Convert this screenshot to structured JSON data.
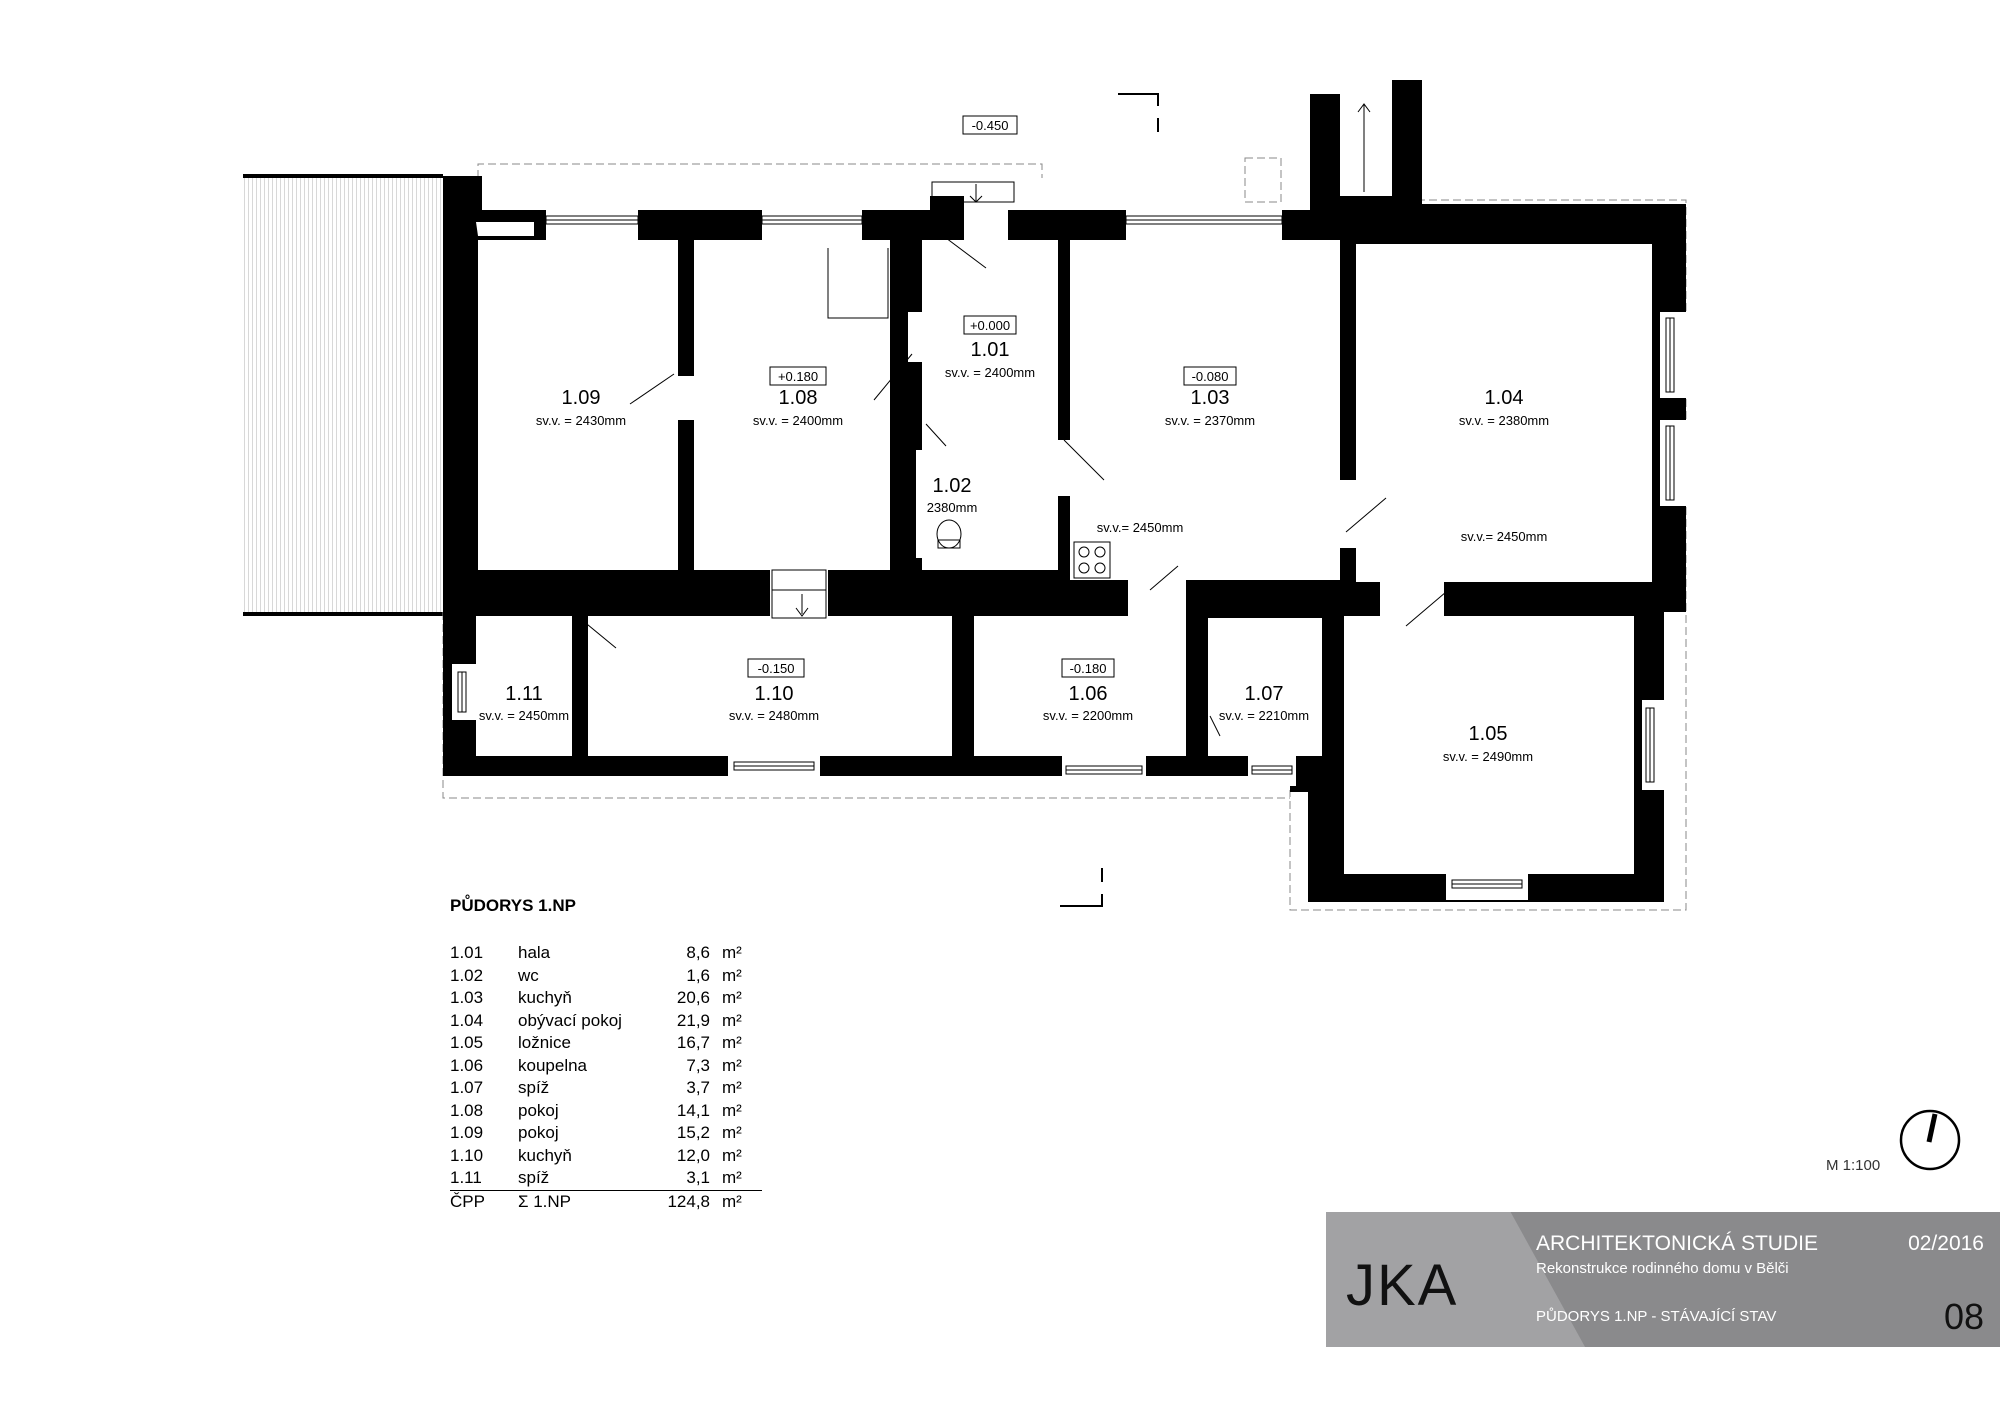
{
  "drawing": {
    "levels": {
      "entrance": "-0.450",
      "hall": "+0.000",
      "room_108": "+0.180",
      "room_103": "-0.080",
      "room_110": "-0.150",
      "room_106": "-0.180"
    },
    "rooms": [
      {
        "id": "1.09",
        "height": "sv.v. = 2430mm"
      },
      {
        "id": "1.08",
        "height": "sv.v. = 2400mm"
      },
      {
        "id": "1.01",
        "height": "sv.v. = 2400mm"
      },
      {
        "id": "1.02",
        "height": "2380mm"
      },
      {
        "id": "1.03",
        "height": "sv.v. = 2370mm"
      },
      {
        "id": "1.04",
        "height": "sv.v. = 2380mm"
      },
      {
        "id": "1.11",
        "height": "sv.v. = 2450mm"
      },
      {
        "id": "1.10",
        "height": "sv.v. = 2480mm"
      },
      {
        "id": "1.06",
        "height": "sv.v. = 2200mm"
      },
      {
        "id": "1.07",
        "height": "sv.v. = 2210mm"
      },
      {
        "id": "1.05",
        "height": "sv.v. = 2490mm"
      }
    ],
    "extra_heights": {
      "room_103_b": "sv.v.= 2450mm",
      "room_104_b": "sv.v.= 2450mm"
    }
  },
  "legend": {
    "title": "PŮDORYS 1.NP",
    "rows": [
      {
        "code": "1.01",
        "name": "hala",
        "area": "8,6",
        "unit": "m²"
      },
      {
        "code": "1.02",
        "name": "wc",
        "area": "1,6",
        "unit": "m²"
      },
      {
        "code": "1.03",
        "name": "kuchyň",
        "area": "20,6",
        "unit": "m²"
      },
      {
        "code": "1.04",
        "name": "obývací pokoj",
        "area": "21,9",
        "unit": "m²"
      },
      {
        "code": "1.05",
        "name": "ložnice",
        "area": "16,7",
        "unit": "m²"
      },
      {
        "code": "1.06",
        "name": "koupelna",
        "area": "7,3",
        "unit": "m²"
      },
      {
        "code": "1.07",
        "name": "spíž",
        "area": "3,7",
        "unit": "m²"
      },
      {
        "code": "1.08",
        "name": "pokoj",
        "area": "14,1",
        "unit": "m²"
      },
      {
        "code": "1.09",
        "name": "pokoj",
        "area": "15,2",
        "unit": "m²"
      },
      {
        "code": "1.10",
        "name": "kuchyň",
        "area": "12,0",
        "unit": "m²"
      },
      {
        "code": "1.11",
        "name": "spíž",
        "area": "3,1",
        "unit": "m²"
      }
    ],
    "total": {
      "code": "ČPP",
      "name": "Σ 1.NP",
      "area": "124,8",
      "unit": "m²"
    }
  },
  "scale": "M 1:100",
  "titleblock": {
    "logo": "JKA",
    "project": "ARCHITEKTONICKÁ STUDIE",
    "subtitle": "Rekonstrukce rodinného domu v Bělči",
    "date": "02/2016",
    "sheet": "PŮDORYS 1.NP - STÁVAJÍCÍ STAV",
    "number": "08"
  }
}
